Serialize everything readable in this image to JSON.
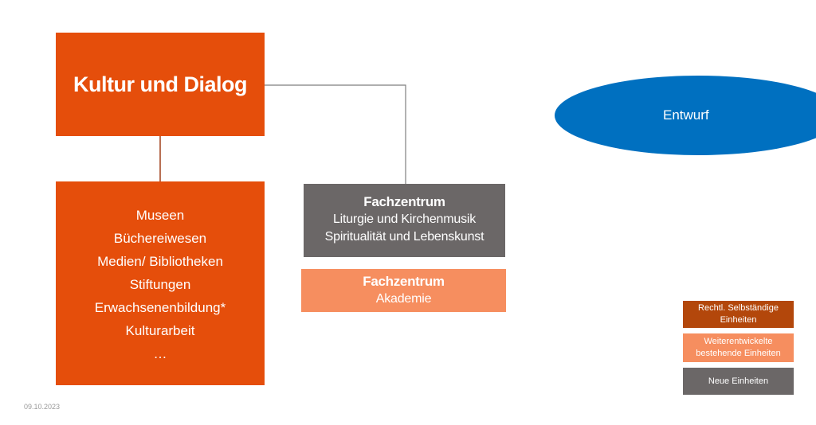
{
  "colors": {
    "primary_orange": "#E54E0B",
    "light_orange": "#F68E5F",
    "dark_orange": "#B3470B",
    "gray": "#6B6767",
    "blue": "#0070C0",
    "connector_main": "#A0411A",
    "connector_gray": "#7F7F7F"
  },
  "main_unit": {
    "title": "Kultur und Dialog"
  },
  "sub_units": [
    "Museen",
    "Büchereiwesen",
    "Medien/ Bibliotheken",
    "Stiftungen",
    "Erwachsenenbildung*",
    "Kulturarbeit",
    "…"
  ],
  "fachzentrum_1": {
    "title": "Fachzentrum",
    "lines": [
      "Liturgie und Kirchenmusik",
      "Spiritualität und Lebenskunst"
    ]
  },
  "fachzentrum_2": {
    "title": "Fachzentrum",
    "lines": [
      "Akademie"
    ]
  },
  "status": {
    "label": "Entwurf"
  },
  "legend": [
    {
      "line1": "Rechtl. Selbständige",
      "line2": "Einheiten"
    },
    {
      "line1": "Weiterentwickelte",
      "line2": "bestehende Einheiten"
    },
    {
      "line1": "Neue Einheiten",
      "line2": ""
    }
  ],
  "footer": {
    "date": "09.10.2023"
  }
}
